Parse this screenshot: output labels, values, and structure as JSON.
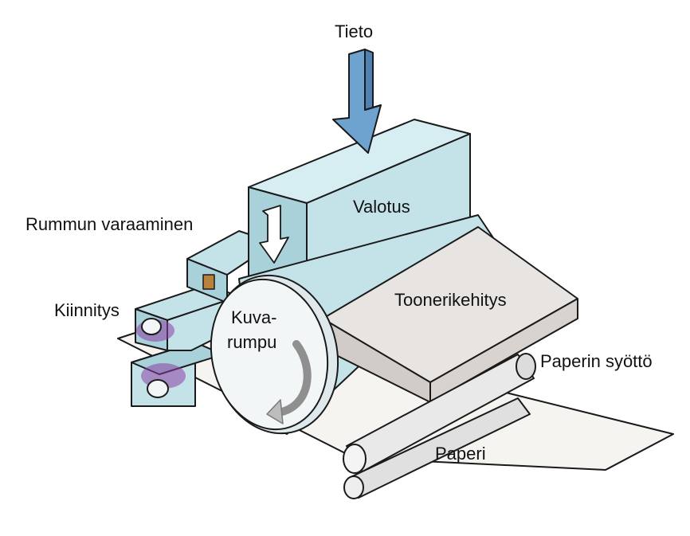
{
  "labels": {
    "data_input": "Tieto",
    "exposure": "Valotus",
    "drum_charging": "Rummun varaaminen",
    "fixing": "Kiinnitys",
    "drum_line1": "Kuva-",
    "drum_line2": "rumpu",
    "toner_development": "Toonerikehitys",
    "paper_feed": "Paperin syöttö",
    "paper": "Paperi"
  },
  "colors": {
    "light_blue": "#c4e3e8",
    "light_blue_dark": "#a9d1d9",
    "arrow_blue": "#6fa3cf",
    "arrow_blue_dark": "#4f82b3",
    "toner_gray": "#e8e4e1",
    "toner_gray_dark": "#d2ccc8",
    "drum_white": "#f2f6f7",
    "fuser_purple": "#8a3fa3",
    "outline": "#1a1a1a",
    "paper": "#f6f4f1",
    "roller": "#e9e9e9",
    "charger_brown": "#b8823a"
  },
  "icons": {
    "drum_rotation": "curved-rotation-arrow-icon",
    "data_arrow": "down-arrow-icon",
    "exposure_arrow": "down-arrow-icon"
  }
}
